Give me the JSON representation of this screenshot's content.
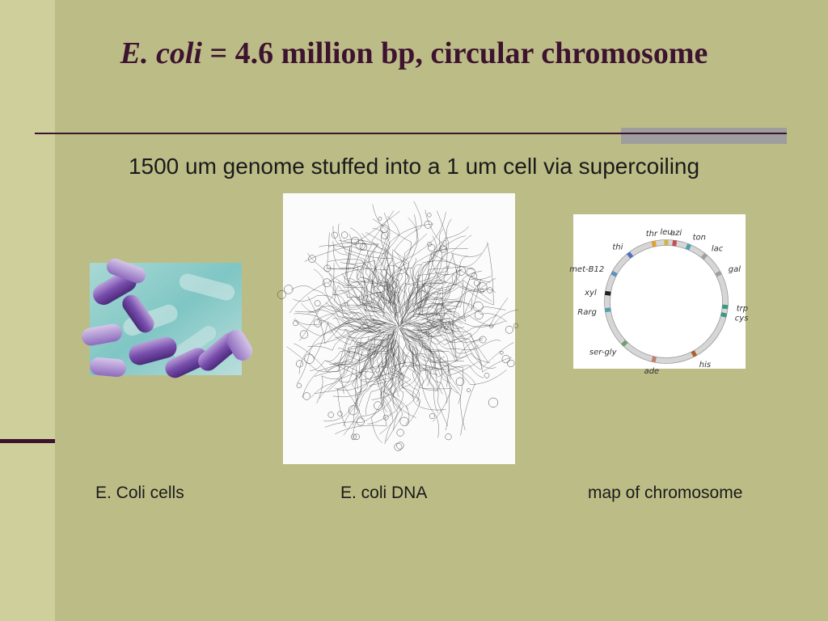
{
  "slide": {
    "title_italic": "E. coli",
    "title_rest": " = 4.6 million bp, circular chromosome",
    "subtitle": "1500 um genome stuffed into a 1 um cell via supercoiling"
  },
  "captions": {
    "cells": "E. Coli cells",
    "dna": "E. coli DNA",
    "map": "map of chromosome"
  },
  "chromosome_map": {
    "markers": [
      {
        "label": "leu",
        "angle": 0,
        "color": "#d4b24a"
      },
      {
        "label": "thr",
        "angle": -12,
        "color": "#e0a030"
      },
      {
        "label": "azi",
        "angle": 8,
        "color": "#c05050"
      },
      {
        "label": "ton",
        "angle": 22,
        "color": "#50a0b0"
      },
      {
        "label": "thi",
        "angle": -38,
        "color": "#5070c0"
      },
      {
        "label": "lac",
        "angle": 40,
        "color": "#a0a0a0"
      },
      {
        "label": "gal",
        "angle": 62,
        "color": "#a0a0a0"
      },
      {
        "label": "met-B12",
        "angle": -62,
        "color": "#6090c0"
      },
      {
        "label": "xyl",
        "angle": -82,
        "color": "#202020"
      },
      {
        "label": "trp",
        "angle": 95,
        "color": "#3a9a80"
      },
      {
        "label": "cys",
        "angle": 103,
        "color": "#3a9a80"
      },
      {
        "label": "Rarg",
        "angle": -98,
        "color": "#50a0b0"
      },
      {
        "label": "ser-gly",
        "angle": -135,
        "color": "#70a070"
      },
      {
        "label": "ade",
        "angle": -168,
        "color": "#c08070"
      },
      {
        "label": "his",
        "angle": 152,
        "color": "#b06030"
      }
    ]
  }
}
